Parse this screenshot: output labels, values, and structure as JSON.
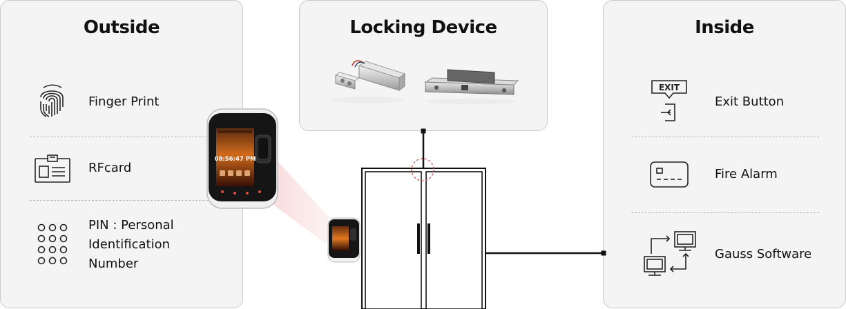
{
  "outside": {
    "title": "Outside",
    "items": [
      {
        "label": "Finger Print",
        "icon": "fingerprint-icon"
      },
      {
        "label": "RFcard",
        "icon": "id-card-icon"
      },
      {
        "label_lines": [
          "PIN : Personal",
          "Identification",
          "Number"
        ],
        "icon": "keypad-icon"
      }
    ]
  },
  "locking": {
    "title": "Locking Device"
  },
  "inside": {
    "title": "Inside",
    "items": [
      {
        "label": "Exit Button",
        "icon": "exit-button-icon",
        "icon_text": "EXIT"
      },
      {
        "label": "Fire Alarm",
        "icon": "fire-alarm-icon"
      },
      {
        "label": "Gauss Software",
        "icon": "network-computers-icon"
      }
    ]
  },
  "terminal": {
    "time": "08:56:47 PM"
  },
  "colors": {
    "panel_bg": "#f4f4f4",
    "panel_border": "#c9c9c9",
    "wire": "#111111",
    "highlight": "#d9534f"
  }
}
